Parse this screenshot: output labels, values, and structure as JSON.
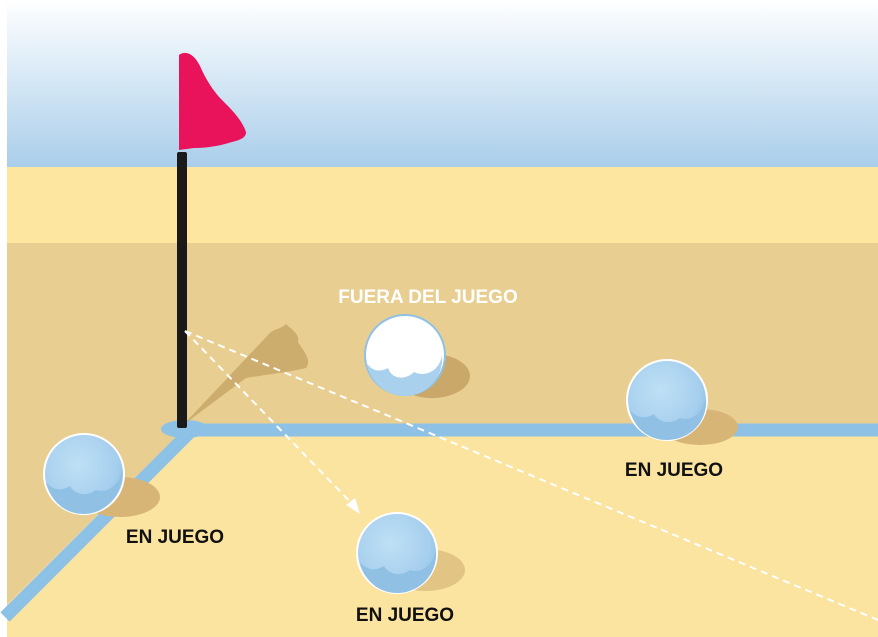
{
  "labels": {
    "out_of_play": "FUERA DEL JUEGO",
    "in_play_right": "EN JUEGO",
    "in_play_left": "EN JUEGO",
    "in_play_bottom": "EN JUEGO"
  },
  "colors": {
    "sky_top": "#ffffff",
    "sky_bottom": "#a8cdea",
    "sand_far": "#fde6a0",
    "sand_outside": "#e8cf91",
    "sand_inside": "#fbe3a0",
    "line": "#8ec1e6",
    "flag": "#e8135a",
    "pole": "#1a1a1a",
    "ball_blue": "#a9d1ee",
    "ball_white": "#ffffff",
    "label_dark": "#111111",
    "label_light": "#ffffff"
  },
  "icons": {
    "flag": "corner-flag-icon",
    "ball": "ball-icon"
  }
}
